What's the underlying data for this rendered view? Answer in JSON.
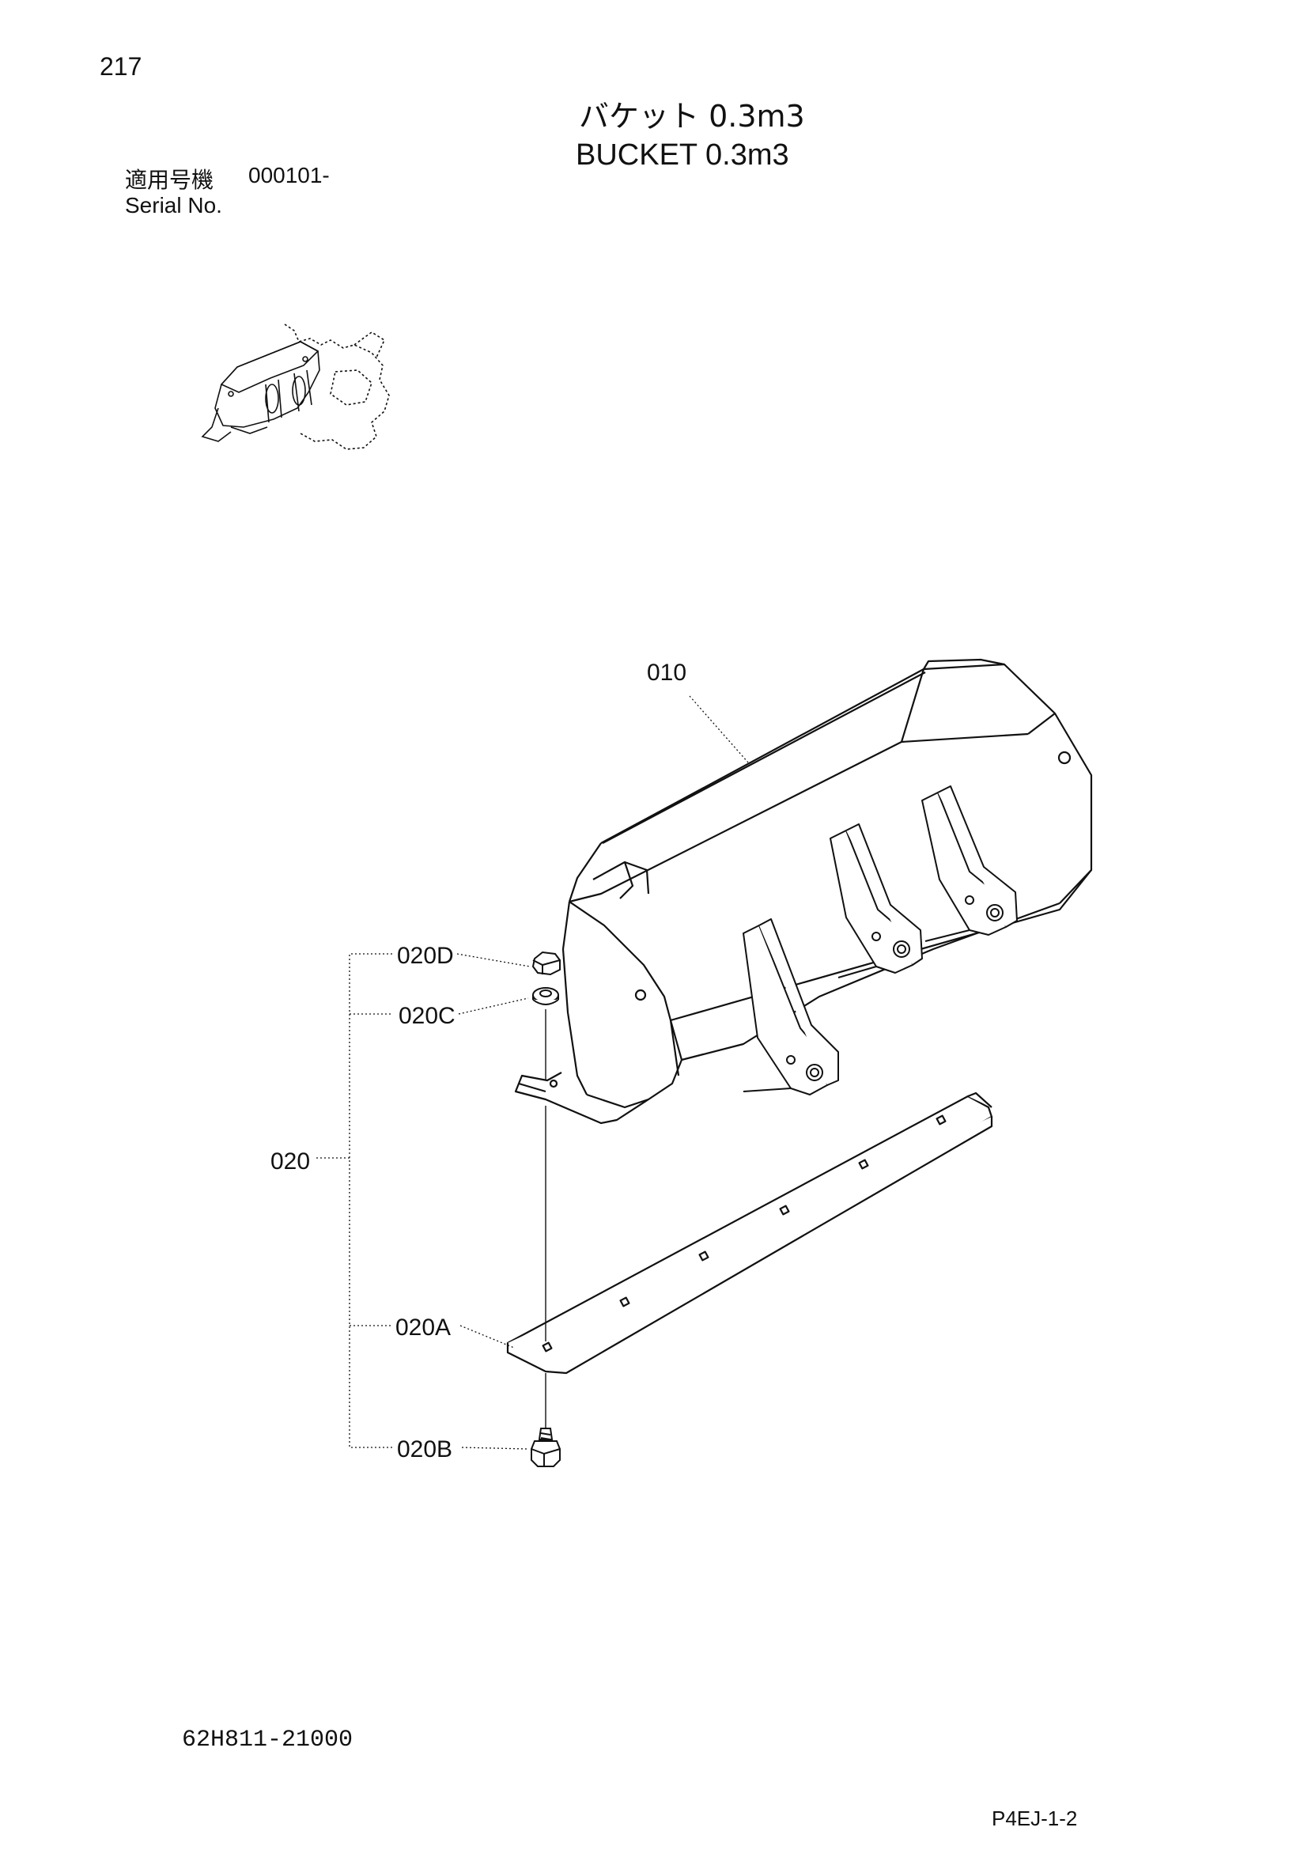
{
  "header": {
    "page_number": "217",
    "title_jp": "バケット 0.3m3",
    "title_en": "BUCKET  0.3m3",
    "serial_label_jp": "適用号機",
    "serial_value": "000101-",
    "serial_label_en": "Serial No."
  },
  "diagram": {
    "callouts": {
      "part_010": "010",
      "part_020": "020",
      "part_020A": "020A",
      "part_020B": "020B",
      "part_020C": "020C",
      "part_020D": "020D"
    }
  },
  "footer": {
    "drawing_number": "62H811-21000",
    "sheet_code": "P4EJ-1-2"
  },
  "colors": {
    "ink": "#111111",
    "paper": "#ffffff"
  }
}
